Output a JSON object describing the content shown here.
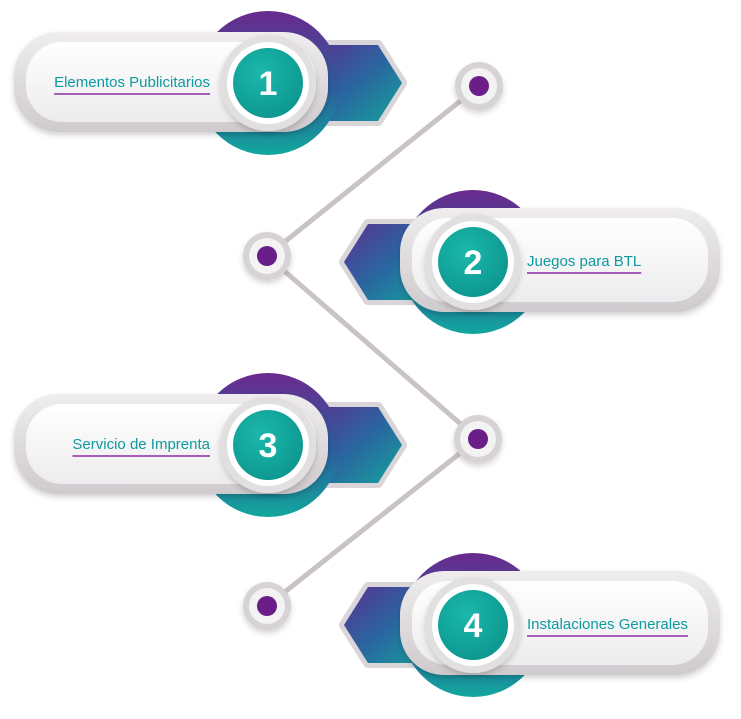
{
  "colors": {
    "teal": "#12a79d",
    "purple": "#6a2a8e",
    "label_text": "#0e9aa0",
    "underline": "#8e2ca4",
    "connector": "#c9c3c6",
    "node_dot": "#6b1e87",
    "card_fill": "#f6f6f7"
  },
  "items": [
    {
      "number": "1",
      "label": "Elementos Publicitarios"
    },
    {
      "number": "2",
      "label": "Juegos para BTL"
    },
    {
      "number": "3",
      "label": "Servicio de Imprenta"
    },
    {
      "number": "4",
      "label": "Instalaciones Generales"
    }
  ]
}
